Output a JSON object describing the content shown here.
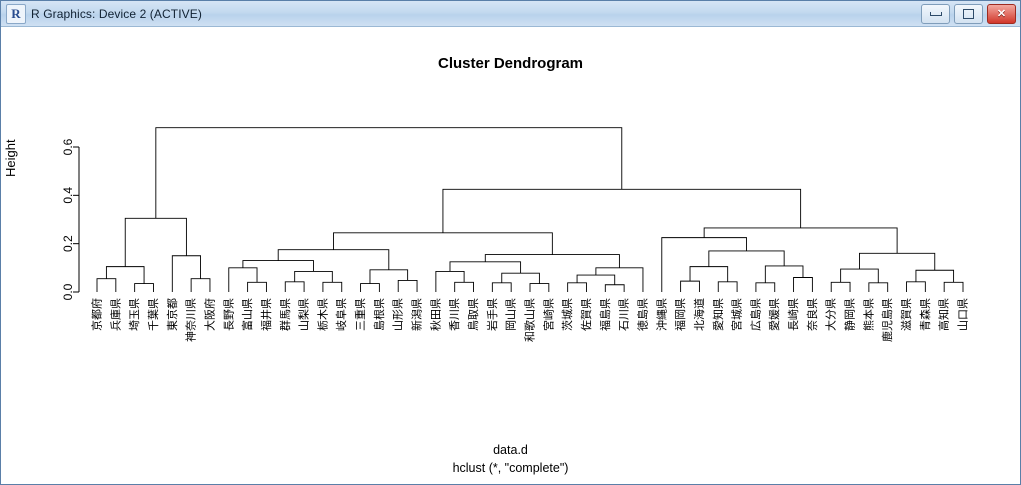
{
  "window": {
    "title": "R Graphics: Device 2 (ACTIVE)",
    "app_icon": "R",
    "buttons": {
      "minimize": "minimize",
      "maximize": "maximize",
      "close": "close"
    }
  },
  "chart_data": {
    "type": "dendrogram",
    "title": "Cluster Dendrogram",
    "xlabel": "data.d",
    "sublabel": "hclust (*, \"complete\")",
    "ylabel": "Height",
    "ylim": [
      0,
      0.72
    ],
    "yticks": [
      "0.0",
      "0.2",
      "0.4",
      "0.6"
    ],
    "ytick_values": [
      0.0,
      0.2,
      0.4,
      0.6
    ],
    "grid": false,
    "method": "complete",
    "n_leaves": 47,
    "leaves": [
      "京都府",
      "兵庫県",
      "埼玉県",
      "千葉県",
      "東京都",
      "神奈川県",
      "大阪府",
      "長野県",
      "富山県",
      "福井県",
      "群馬県",
      "山梨県",
      "栃木県",
      "岐阜県",
      "三重県",
      "島根県",
      "山形県",
      "新潟県",
      "秋田県",
      "香川県",
      "鳥取県",
      "岩手県",
      "岡山県",
      "和歌山県",
      "宮崎県",
      "茨城県",
      "佐賀県",
      "福島県",
      "石川県",
      "徳島県",
      "沖縄県",
      "福岡県",
      "北海道",
      "愛知県",
      "宮城県",
      "広島県",
      "愛媛県",
      "長崎県",
      "奈良県",
      "大分県",
      "静岡県",
      "熊本県",
      "鹿児島県",
      "滋賀県",
      "青森県",
      "高知県",
      "山口県"
    ],
    "merges": [
      {
        "left": 0,
        "right": 1,
        "height": 0.055
      },
      {
        "left": 2,
        "right": 3,
        "height": 0.035
      },
      {
        "left": "m0",
        "right": "m1",
        "height": 0.105
      },
      {
        "left": 5,
        "right": 6,
        "height": 0.055
      },
      {
        "left": 4,
        "right": "m3",
        "height": 0.15
      },
      {
        "left": "m2",
        "right": "m4",
        "height": 0.305
      },
      {
        "left": 8,
        "right": 9,
        "height": 0.04
      },
      {
        "left": "m6",
        "right": 7,
        "height": 0.1
      },
      {
        "left": 10,
        "right": 11,
        "height": 0.042
      },
      {
        "left": 12,
        "right": 13,
        "height": 0.04
      },
      {
        "left": "m8",
        "right": "m9",
        "height": 0.085
      },
      {
        "left": "m7",
        "right": "m10",
        "height": 0.13
      },
      {
        "left": 14,
        "right": 15,
        "height": 0.035
      },
      {
        "left": 16,
        "right": 17,
        "height": 0.048
      },
      {
        "left": "m12",
        "right": "m13",
        "height": 0.092
      },
      {
        "left": "m11",
        "right": "m14",
        "height": 0.175
      },
      {
        "left": 19,
        "right": 20,
        "height": 0.04
      },
      {
        "left": 18,
        "right": "m16",
        "height": 0.085
      },
      {
        "left": 21,
        "right": 22,
        "height": 0.038
      },
      {
        "left": 23,
        "right": 24,
        "height": 0.035
      },
      {
        "left": "m18",
        "right": "m19",
        "height": 0.078
      },
      {
        "left": "m17",
        "right": "m20",
        "height": 0.125
      },
      {
        "left": 25,
        "right": 26,
        "height": 0.038
      },
      {
        "left": 27,
        "right": 28,
        "height": 0.03
      },
      {
        "left": "m22",
        "right": "m23",
        "height": 0.07
      },
      {
        "left": "m24",
        "right": 29,
        "height": 0.1
      },
      {
        "left": "m21",
        "right": "m25",
        "height": 0.155
      },
      {
        "left": "m15",
        "right": "m26",
        "height": 0.245
      },
      {
        "left": 31,
        "right": 32,
        "height": 0.045
      },
      {
        "left": 33,
        "right": 34,
        "height": 0.042
      },
      {
        "left": "m28",
        "right": "m29",
        "height": 0.105
      },
      {
        "left": 35,
        "right": 36,
        "height": 0.038
      },
      {
        "left": 37,
        "right": 38,
        "height": 0.06
      },
      {
        "left": "m31",
        "right": "m32",
        "height": 0.108
      },
      {
        "left": "m30",
        "right": "m33",
        "height": 0.17
      },
      {
        "left": 30,
        "right": "m34",
        "height": 0.225
      },
      {
        "left": 39,
        "right": 40,
        "height": 0.04
      },
      {
        "left": 41,
        "right": 42,
        "height": 0.038
      },
      {
        "left": "m36",
        "right": "m37",
        "height": 0.095
      },
      {
        "left": 43,
        "right": 44,
        "height": 0.042
      },
      {
        "left": 45,
        "right": 46,
        "height": 0.04
      },
      {
        "left": "m39",
        "right": "m40",
        "height": 0.09
      },
      {
        "left": "m38",
        "right": "m41",
        "height": 0.16
      },
      {
        "left": "m35",
        "right": "m42",
        "height": 0.265
      },
      {
        "left": "m27",
        "right": "m43",
        "height": 0.425
      },
      {
        "left": "m5",
        "right": "m44",
        "height": 0.68
      }
    ]
  }
}
